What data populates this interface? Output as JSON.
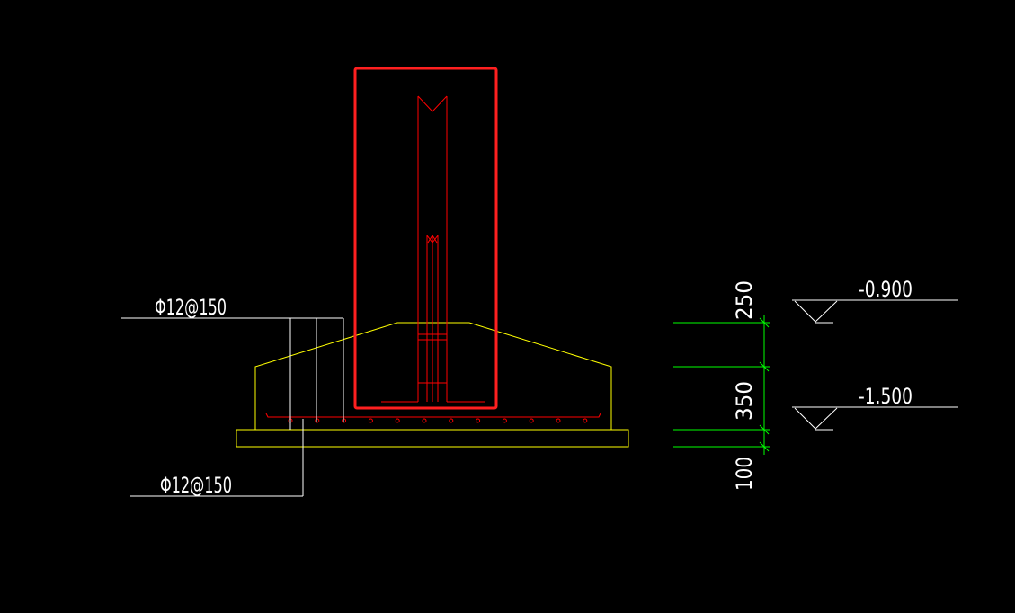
{
  "drawing": {
    "rebar_label_top": "Φ12@150",
    "rebar_label_bottom": "Φ12@150",
    "elevation_upper": "-0.900",
    "elevation_lower": "-1.500",
    "dim_250": "250",
    "dim_350": "350",
    "dim_100": "100"
  },
  "colors": {
    "background": "#000000",
    "outline_yellow": "#ffff00",
    "rebar_red": "#ff0000",
    "highlight_red": "#ff2020",
    "dimension_green": "#00ff00",
    "leader_white": "#ffffff"
  }
}
